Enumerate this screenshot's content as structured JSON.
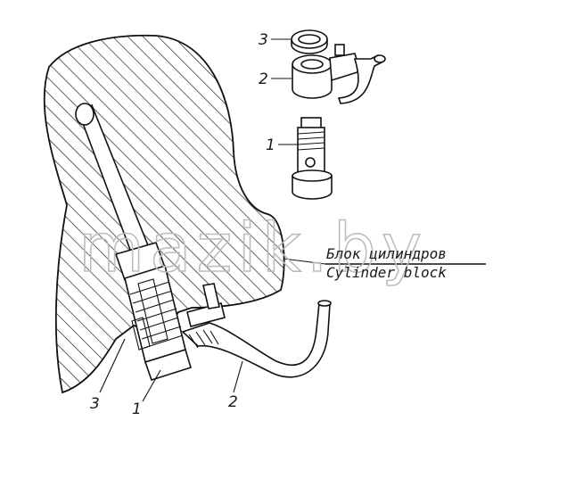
{
  "watermark": "mazik.by",
  "caption": {
    "ru": "Блок цилиндров",
    "en": "Cylinder block"
  },
  "callouts": {
    "top_3": "3",
    "top_2": "2",
    "top_1": "1",
    "bottom_3": "3",
    "bottom_1": "1",
    "bottom_2": "2"
  },
  "colors": {
    "ink": "#111111",
    "watermark": "#bdbdbd"
  }
}
